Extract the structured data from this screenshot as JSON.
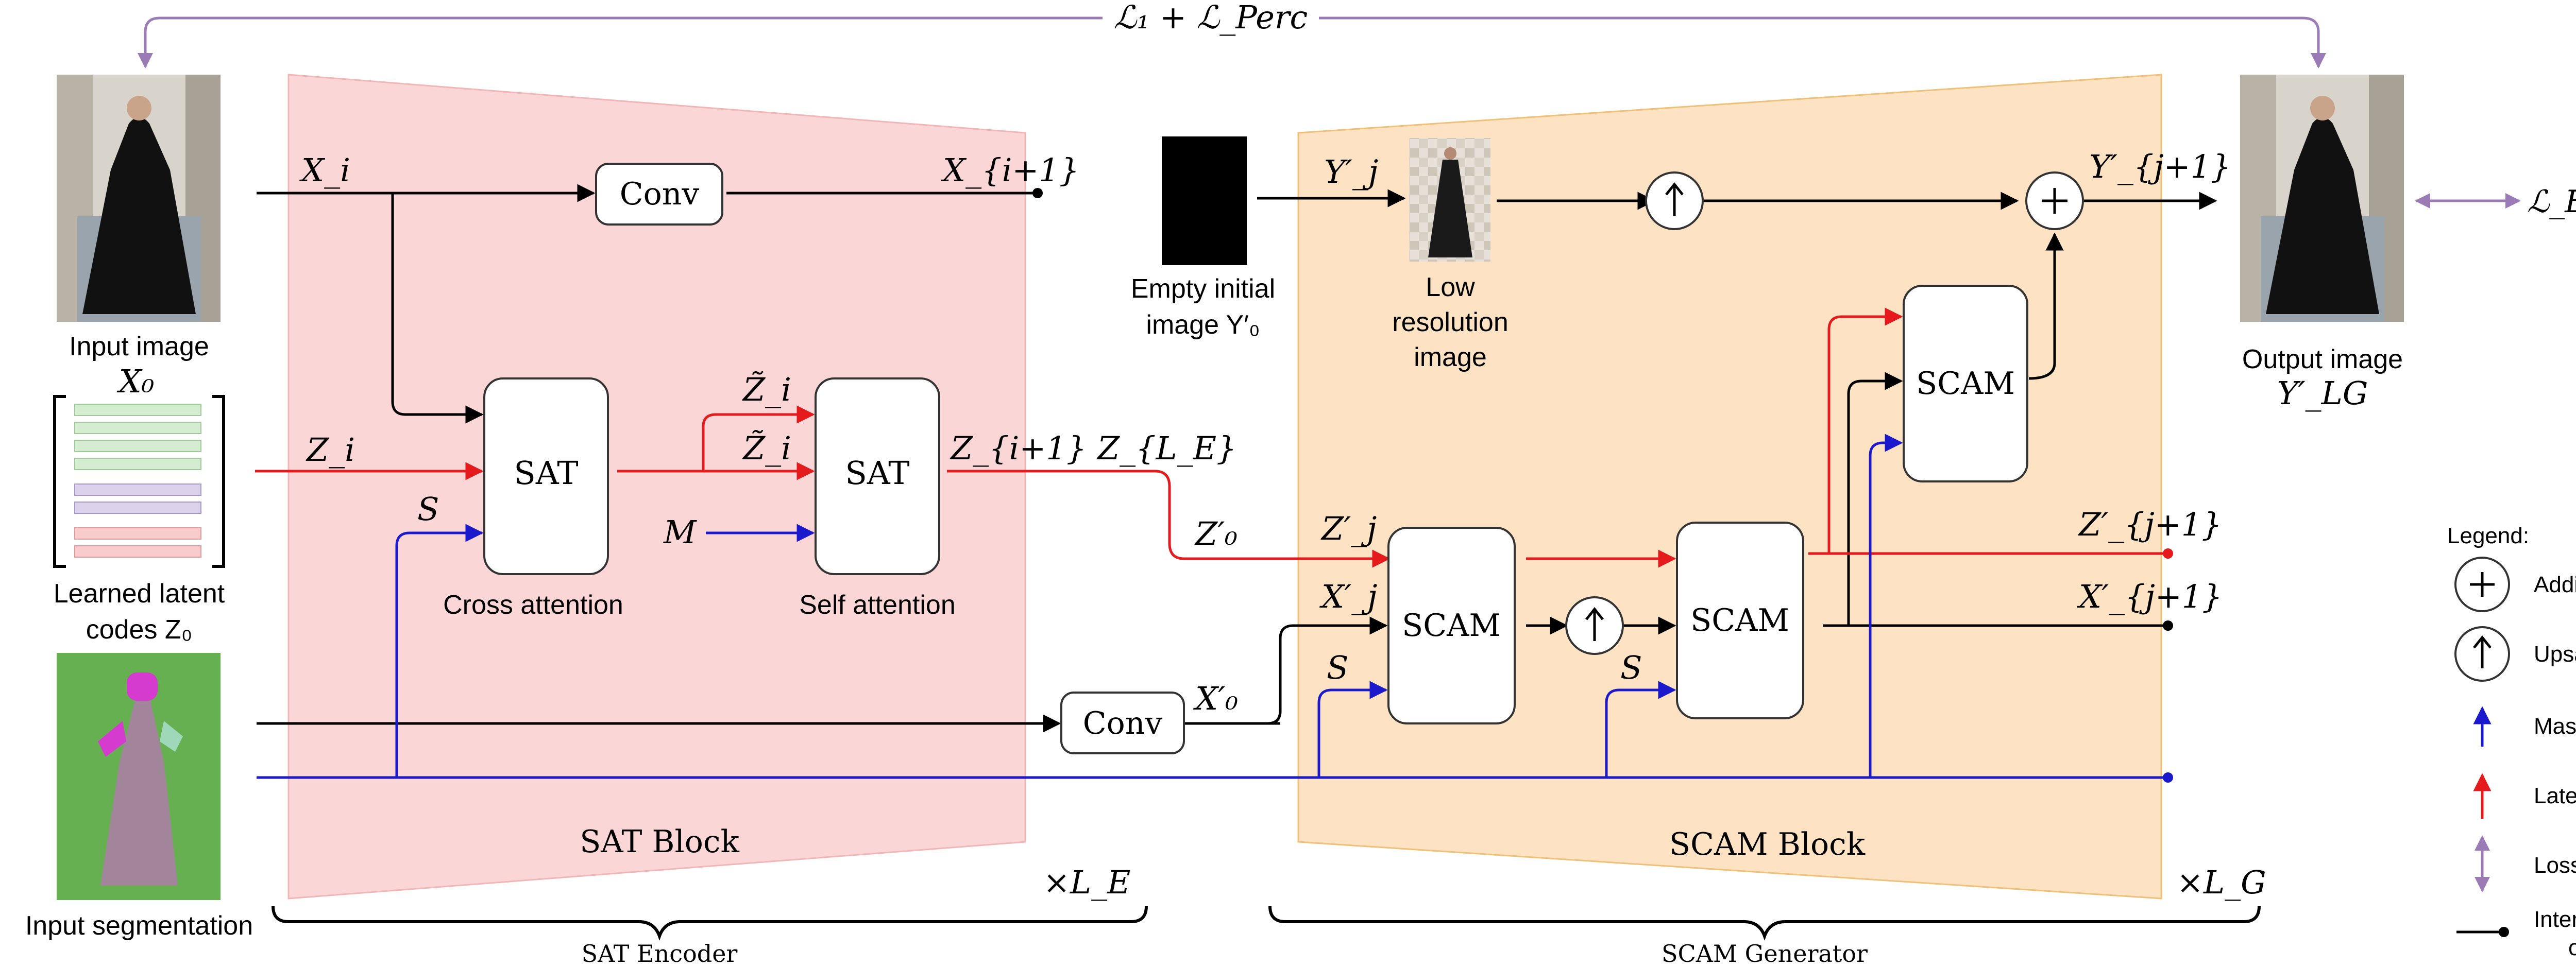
{
  "title_loss": "ℒ₁ + ℒ_Perc",
  "colors": {
    "black": "#000000",
    "red": "#e41a1c",
    "blue": "#1a1acc",
    "purple": "#9b7bb5",
    "sat_fill": "#fbd6d6",
    "scam_fill": "#fde3c4",
    "scam_stroke": "#f0c078"
  },
  "images": {
    "input_label": "Input image",
    "latent_label_1": "Learned latent",
    "latent_label_2": "codes Z₀",
    "segmentation_label": "Input segmentation",
    "empty_label_1": "Empty initial",
    "empty_label_2": "image Y′₀",
    "lowres_label_1": "Low",
    "lowres_label_2": "resolution",
    "lowres_label_3": "image",
    "output_label_1": "Output image",
    "output_label_2": "Y′_LG"
  },
  "encoder": {
    "block_label": "SAT Block",
    "repeat": "×L_E",
    "brace_label": "SAT Encoder",
    "conv_top": "Conv",
    "conv_bottom": "Conv",
    "sat1": "SAT",
    "sat2": "SAT",
    "cross_attention": "Cross attention",
    "self_attention": "Self attention"
  },
  "generator": {
    "block_label": "SCAM Block",
    "repeat": "×L_G",
    "brace_label": "SCAM Generator",
    "scam1": "SCAM",
    "scam2": "SCAM",
    "scam3": "SCAM"
  },
  "symbols": {
    "Xi": "X_i",
    "Xi1": "X_{i+1}",
    "X0": "X₀",
    "Zi": "Z_i",
    "Zt1": "Z̃_i",
    "Zt2": "Z̃_i",
    "Zi1": "Z_{i+1}",
    "ZLE": "Z_{L_E}",
    "Z0p": "Z′₀",
    "S1": "S",
    "S2": "S",
    "S3": "S",
    "M": "M",
    "X0p": "X′₀",
    "Yj": "Y′_j",
    "Yj1": "Y′_{j+1}",
    "Zj": "Z′_j",
    "Xj": "X′_j",
    "Zj1": "Z′_{j+1}",
    "Xj1": "X′_{j+1}",
    "gan_loss": "ℒ_EG,GAN"
  },
  "legend": {
    "title": "Legend:",
    "addition": "Addition",
    "upsampling": "Upsampling",
    "masks": "Masks",
    "latent_codes": "Latent codes",
    "losses": "Losses",
    "intermediate_1": "Intermediate",
    "intermediate_2": "output"
  }
}
